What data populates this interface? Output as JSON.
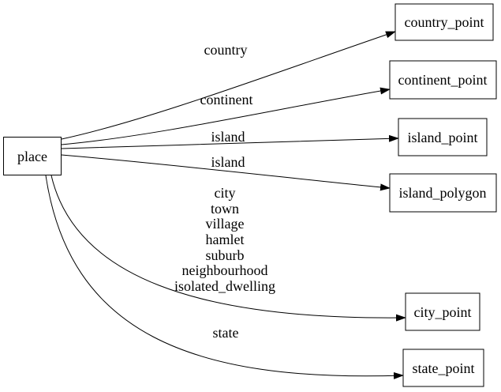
{
  "diagram": {
    "colors": {
      "background": "#ffffff",
      "node_fill": "#ffffff",
      "stroke": "#000000",
      "text": "#000000"
    },
    "source_node": {
      "label": "place"
    },
    "target_nodes": [
      {
        "label": "country_point"
      },
      {
        "label": "continent_point"
      },
      {
        "label": "island_point"
      },
      {
        "label": "island_polygon"
      },
      {
        "label": "city_point"
      },
      {
        "label": "state_point"
      }
    ],
    "edges": [
      {
        "from": "place",
        "to": "country_point",
        "label": "country"
      },
      {
        "from": "place",
        "to": "continent_point",
        "label": "continent"
      },
      {
        "from": "place",
        "to": "island_point",
        "label": "island"
      },
      {
        "from": "place",
        "to": "island_polygon",
        "label": "island"
      },
      {
        "from": "place",
        "to": "city_point",
        "label_lines": [
          "city",
          "town",
          "village",
          "hamlet",
          "suburb",
          "neighbourhood",
          "isolated_dwelling"
        ]
      },
      {
        "from": "place",
        "to": "state_point",
        "label": "state"
      }
    ]
  }
}
